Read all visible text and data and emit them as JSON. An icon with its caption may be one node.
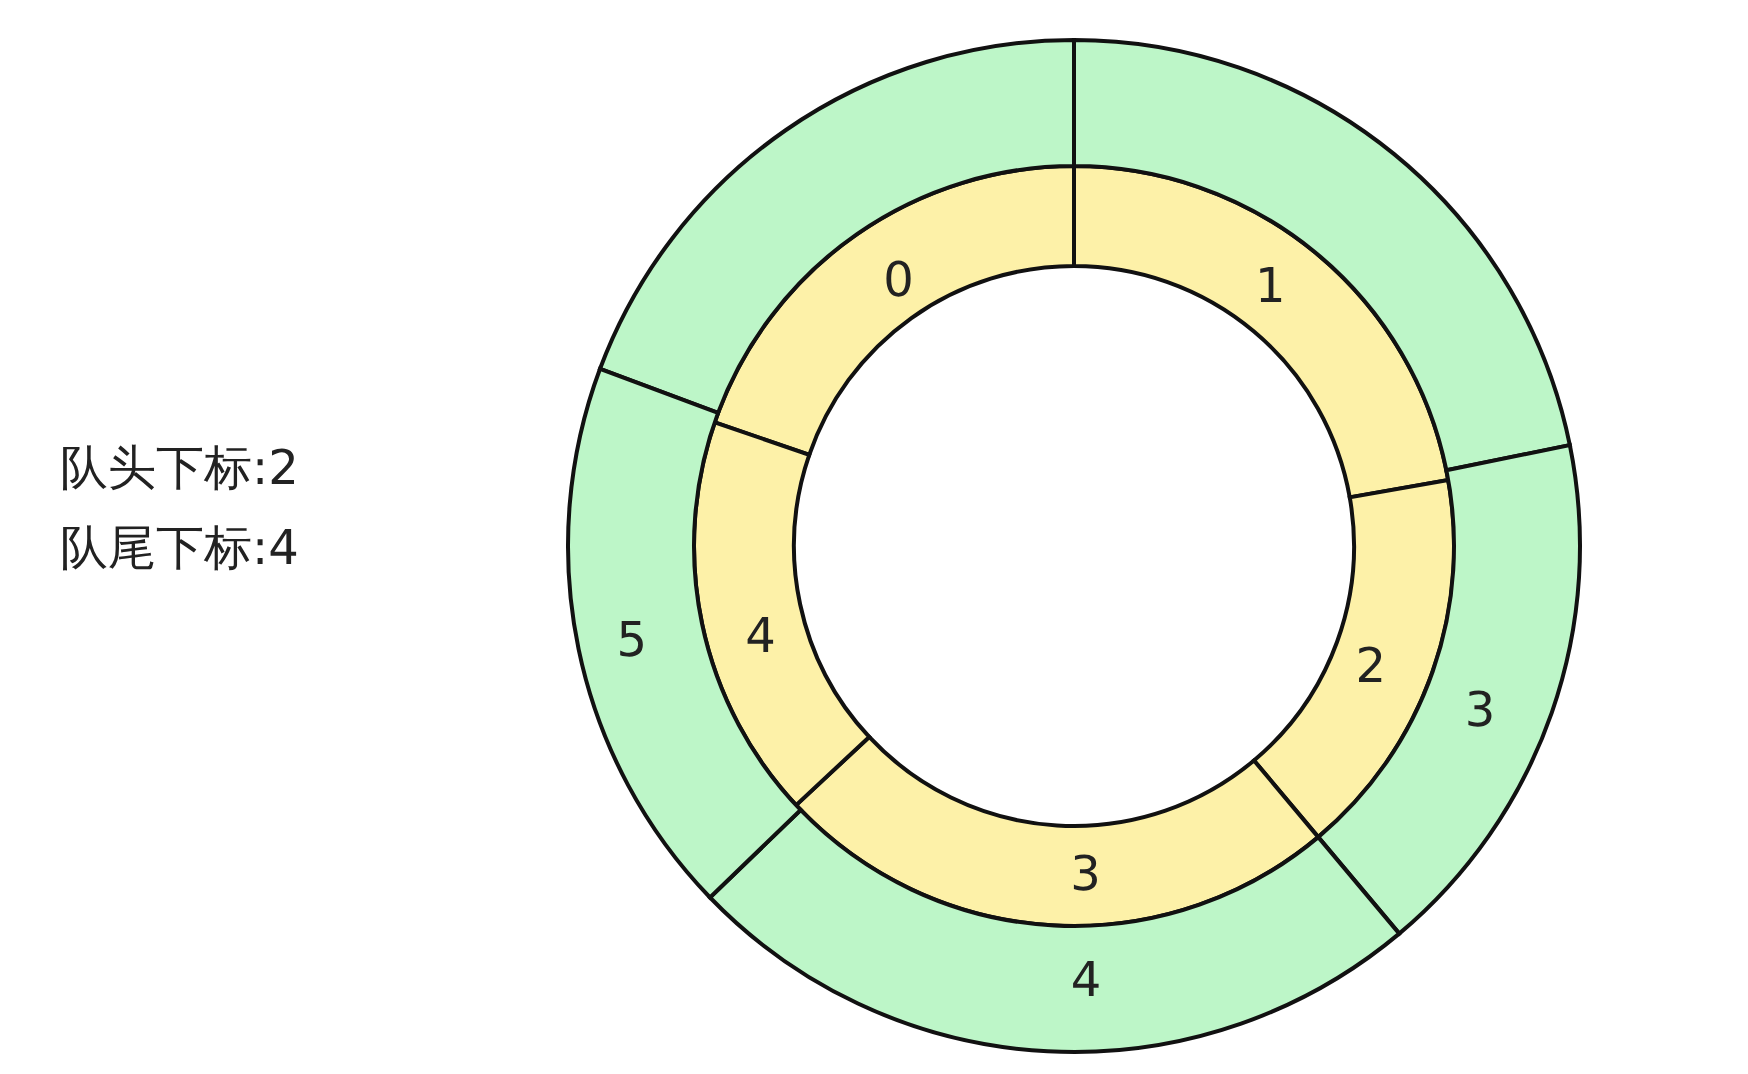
{
  "diagram": {
    "nodes": [
      {
        "text": [
          "0"
        ]
      },
      {
        "text": [
          "1"
        ]
      },
      {
        "text": [
          "2"
        ]
      },
      {
        "text": [
          "3"
        ]
      },
      {
        "text": [
          "4"
        ]
      },
      {
        "text": [],
        "shape": "arc"
      },
      {
        "text": [],
        "shape": "arc"
      },
      {
        "text": [
          "3"
        ]
      },
      {
        "text": [
          "4"
        ]
      },
      {
        "text": [
          "5"
        ]
      }
    ],
    "labels": [
      "队头下标:2",
      "队尾下标:4"
    ]
  }
}
